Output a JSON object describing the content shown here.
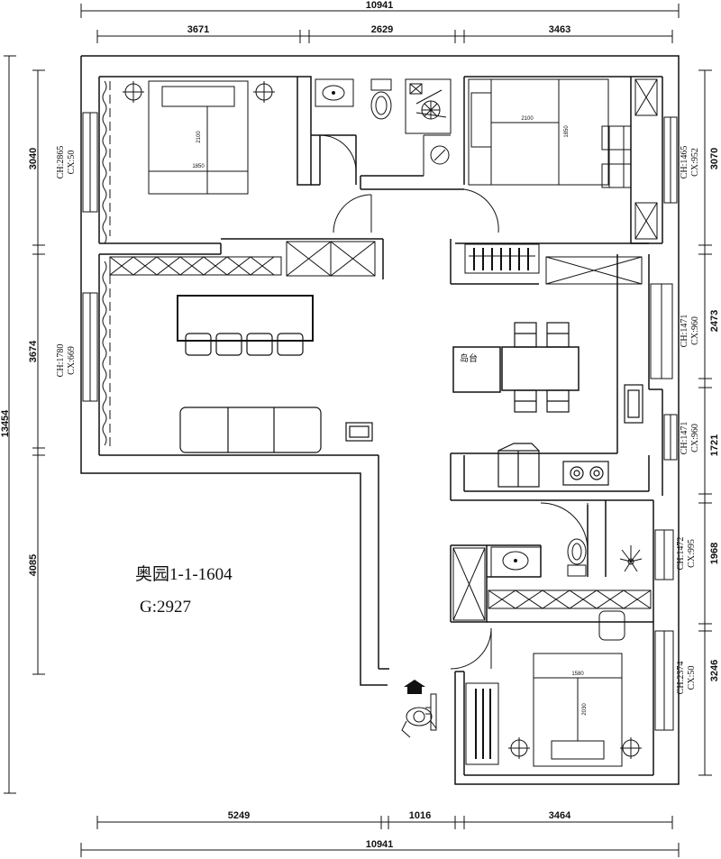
{
  "dimensions": {
    "top_total": "10941",
    "top_segments": [
      "3671",
      "2629",
      "3463"
    ],
    "bottom_segments": [
      "5249",
      "1016",
      "3464"
    ],
    "bottom_total": "10941",
    "left_total": "13454",
    "left_segments": [
      "3040",
      "3674",
      "4085"
    ],
    "right_segments": [
      "3070",
      "2473",
      "1721",
      "1968",
      "3246"
    ]
  },
  "windows": {
    "w1": [
      "CH:2865",
      "CX:50"
    ],
    "w2": [
      "CH:1465",
      "CX:952"
    ],
    "w3": [
      "CH:1780",
      "CX:669"
    ],
    "w4": [
      "CH:1471",
      "CX:960"
    ],
    "w5": [
      "CH:1471",
      "CX:960"
    ],
    "w6": [
      "CH:1472",
      "CX:995"
    ],
    "w7": [
      "CH:2374",
      "CX:50"
    ]
  },
  "beds": {
    "bed1_length": "2100",
    "bed1_width": "1850",
    "bed2_length": "2100",
    "bed2_width": "1850",
    "bed3_width": "1580",
    "bed3_length": "2030"
  },
  "labels": {
    "island": "岛台",
    "project": "奥园1-1-1604",
    "code": "G:2927"
  }
}
